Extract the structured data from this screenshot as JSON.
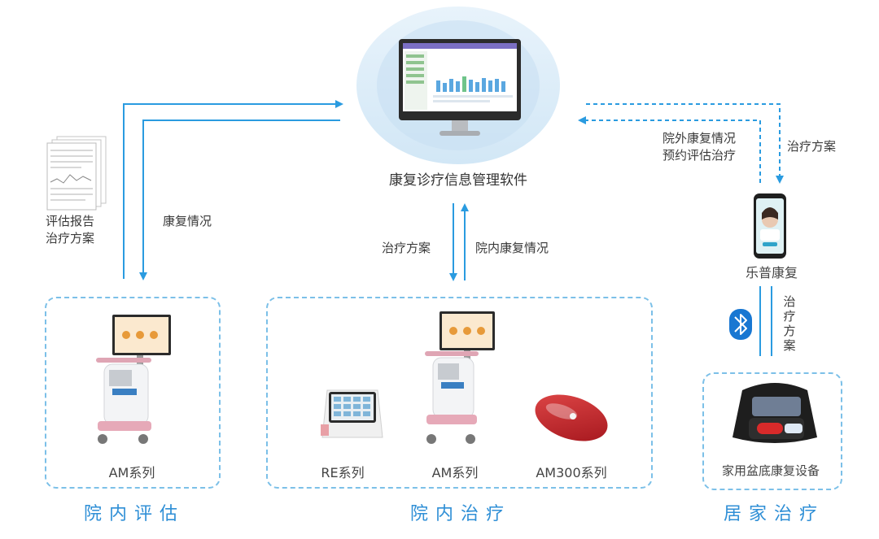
{
  "center": {
    "title": "康复诊疗信息管理软件"
  },
  "left": {
    "doc_caption_line1": "评估报告",
    "doc_caption_line2": "治疗方案",
    "arrow_label": "康复情况",
    "device_label": "AM系列",
    "section_title": "院内评估"
  },
  "middle": {
    "arrow_down_label": "治疗方案",
    "arrow_up_label": "院内康复情况",
    "devices": [
      "RE系列",
      "AM系列",
      "AM300系列"
    ],
    "section_title": "院内治疗"
  },
  "right": {
    "arrow_in_label_line1": "院外康复情况",
    "arrow_in_label_line2": "预约评估治疗",
    "arrow_out_label": "治疗方案",
    "app_label": "乐普康复",
    "bluetooth_label_chars": [
      "治",
      "疗",
      "方",
      "案"
    ],
    "device_label": "家用盆底康复设备",
    "section_title": "居家治疗"
  },
  "colors": {
    "accent": "#2f8fd6",
    "arrow": "#2a9be0",
    "dash": "#7cc0e8"
  },
  "icons": [
    "monitor-icon",
    "document-icon",
    "cart-device-icon",
    "tablet-device-icon",
    "pod-device-icon",
    "phone-icon",
    "bluetooth-icon",
    "case-device-icon"
  ]
}
